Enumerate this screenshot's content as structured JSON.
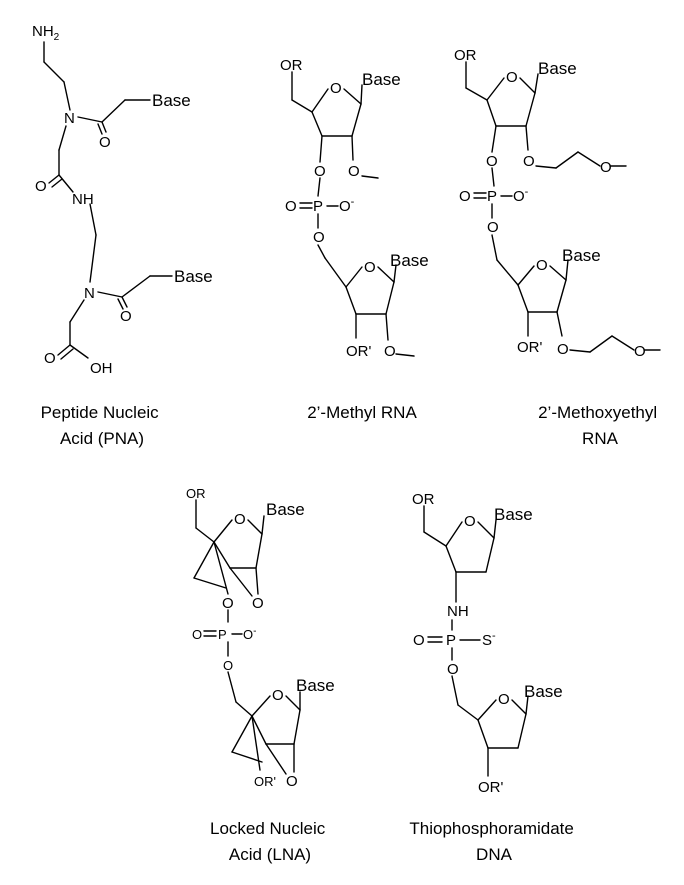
{
  "structures": {
    "pna": {
      "caption": [
        "Peptide Nucleic",
        "Acid (PNA)"
      ],
      "atoms": {
        "nh2": "NH",
        "nh2_sub": "2",
        "n1": "N",
        "base1": "Base",
        "o1": "O",
        "o2": "O",
        "nh": "NH",
        "n2": "N",
        "base2": "Base",
        "o3": "O",
        "o4": "O",
        "oh": "OH"
      }
    },
    "ome": {
      "caption": [
        "2’-Methyl RNA"
      ],
      "atoms": {
        "or": "OR",
        "ring_o1": "O",
        "base1": "Base",
        "o3p": "O",
        "o2p": "O",
        "p_o": "O",
        "p": "P",
        "o_minus": "O",
        "charge": "-",
        "o5": "O",
        "ring_o2": "O",
        "base2": "Base",
        "or_prime": "OR'",
        "o2p_2": "O"
      }
    },
    "moe": {
      "caption": [
        "2’-Methoxyethyl",
        "RNA"
      ],
      "atoms": {
        "or": "OR",
        "ring_o1": "O",
        "base1": "Base",
        "o3p": "O",
        "o2a": "O",
        "o2b": "O",
        "p_o": "O",
        "p": "P",
        "o_minus": "O",
        "charge": "-",
        "o5": "O",
        "ring_o2": "O",
        "base2": "Base",
        "or_prime": "OR'",
        "o2c": "O",
        "o2d": "O"
      }
    },
    "lna": {
      "caption": [
        "Locked Nucleic",
        "Acid (LNA)"
      ],
      "atoms": {
        "or": "OR",
        "ring_o1": "O",
        "base1": "Base",
        "bridge_o1": "O",
        "o3p": "O",
        "p_o": "O",
        "p": "P",
        "o_minus": "O",
        "charge": "-",
        "o5": "O",
        "ring_o2": "O",
        "base2": "Base",
        "or_prime": "OR'",
        "bridge_o2": "O"
      }
    },
    "tpa": {
      "caption": [
        "Thiophosphoramidate",
        "DNA"
      ],
      "atoms": {
        "or": "OR",
        "ring_o1": "O",
        "base1": "Base",
        "nh": "NH",
        "p_o": "O",
        "p": "P",
        "s": "S",
        "charge": "-",
        "o5": "O",
        "ring_o2": "O",
        "base2": "Base",
        "or_prime": "OR'"
      }
    }
  }
}
